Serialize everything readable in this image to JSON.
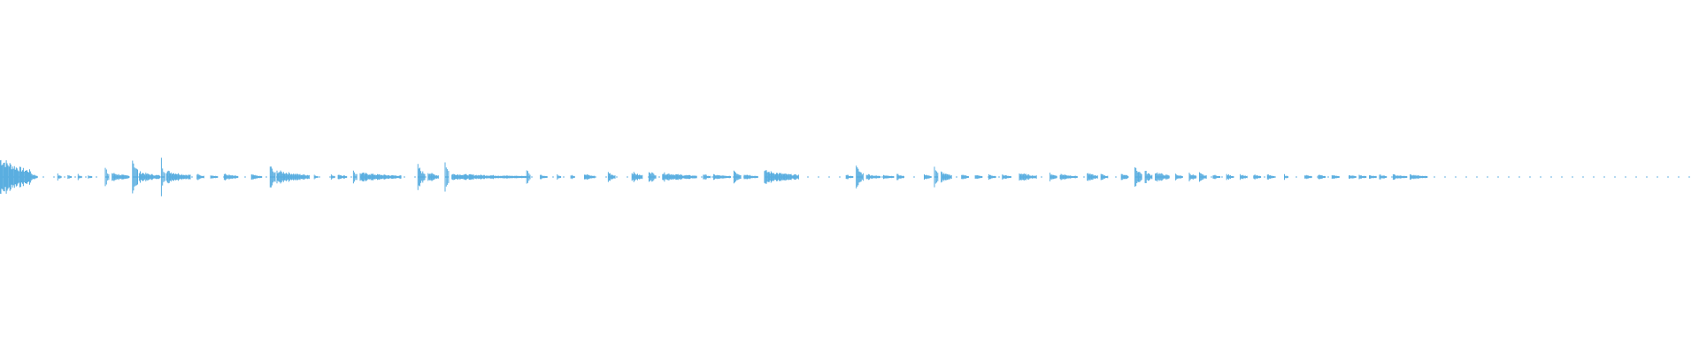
{
  "colors": {
    "background": "#ffffff",
    "waveform": "#5aaee0"
  },
  "waveform": {
    "description_role": "audio-waveform",
    "segments": [
      [
        0.0,
        0.018,
        0.9
      ],
      [
        0.018,
        0.022,
        0.2
      ],
      [
        0.034,
        0.036,
        0.15
      ],
      [
        0.04,
        0.042,
        0.12
      ],
      [
        0.046,
        0.048,
        0.15
      ],
      [
        0.052,
        0.054,
        0.12
      ],
      [
        0.062,
        0.064,
        0.45
      ],
      [
        0.066,
        0.076,
        0.2
      ],
      [
        0.078,
        0.081,
        1.0
      ],
      [
        0.082,
        0.094,
        0.25
      ],
      [
        0.095,
        0.097,
        0.85
      ],
      [
        0.098,
        0.112,
        0.3
      ],
      [
        0.116,
        0.12,
        0.15
      ],
      [
        0.124,
        0.128,
        0.12
      ],
      [
        0.132,
        0.14,
        0.15
      ],
      [
        0.148,
        0.154,
        0.12
      ],
      [
        0.159,
        0.162,
        0.6
      ],
      [
        0.163,
        0.182,
        0.3
      ],
      [
        0.185,
        0.187,
        0.12
      ],
      [
        0.195,
        0.197,
        0.12
      ],
      [
        0.199,
        0.204,
        0.15
      ],
      [
        0.208,
        0.21,
        0.4
      ],
      [
        0.212,
        0.236,
        0.2
      ],
      [
        0.246,
        0.25,
        0.55
      ],
      [
        0.252,
        0.258,
        0.25
      ],
      [
        0.262,
        0.264,
        0.9
      ],
      [
        0.266,
        0.31,
        0.15
      ],
      [
        0.31,
        0.312,
        0.5
      ],
      [
        0.318,
        0.322,
        0.12
      ],
      [
        0.328,
        0.33,
        0.12
      ],
      [
        0.336,
        0.338,
        0.12
      ],
      [
        0.344,
        0.35,
        0.15
      ],
      [
        0.358,
        0.362,
        0.25
      ],
      [
        0.372,
        0.378,
        0.25
      ],
      [
        0.382,
        0.386,
        0.35
      ],
      [
        0.39,
        0.41,
        0.2
      ],
      [
        0.414,
        0.418,
        0.15
      ],
      [
        0.42,
        0.43,
        0.12
      ],
      [
        0.432,
        0.436,
        0.35
      ],
      [
        0.438,
        0.446,
        0.15
      ],
      [
        0.45,
        0.47,
        0.3
      ],
      [
        0.498,
        0.502,
        0.12
      ],
      [
        0.504,
        0.508,
        0.5
      ],
      [
        0.51,
        0.518,
        0.15
      ],
      [
        0.52,
        0.526,
        0.12
      ],
      [
        0.528,
        0.532,
        0.15
      ],
      [
        0.544,
        0.548,
        0.15
      ],
      [
        0.55,
        0.552,
        0.55
      ],
      [
        0.554,
        0.56,
        0.25
      ],
      [
        0.566,
        0.57,
        0.15
      ],
      [
        0.574,
        0.578,
        0.12
      ],
      [
        0.582,
        0.586,
        0.12
      ],
      [
        0.59,
        0.595,
        0.12
      ],
      [
        0.6,
        0.61,
        0.2
      ],
      [
        0.618,
        0.622,
        0.2
      ],
      [
        0.624,
        0.634,
        0.15
      ],
      [
        0.64,
        0.646,
        0.2
      ],
      [
        0.648,
        0.652,
        0.15
      ],
      [
        0.66,
        0.664,
        0.2
      ],
      [
        0.668,
        0.672,
        0.55
      ],
      [
        0.674,
        0.678,
        0.3
      ],
      [
        0.68,
        0.688,
        0.25
      ],
      [
        0.692,
        0.696,
        0.15
      ],
      [
        0.7,
        0.704,
        0.2
      ],
      [
        0.706,
        0.71,
        0.2
      ],
      [
        0.714,
        0.718,
        0.12
      ],
      [
        0.722,
        0.726,
        0.15
      ],
      [
        0.73,
        0.734,
        0.15
      ],
      [
        0.738,
        0.742,
        0.12
      ],
      [
        0.746,
        0.75,
        0.12
      ],
      [
        0.756,
        0.758,
        0.12
      ],
      [
        0.768,
        0.772,
        0.12
      ],
      [
        0.776,
        0.78,
        0.12
      ],
      [
        0.784,
        0.788,
        0.12
      ],
      [
        0.794,
        0.798,
        0.12
      ],
      [
        0.8,
        0.804,
        0.12
      ],
      [
        0.806,
        0.81,
        0.12
      ],
      [
        0.812,
        0.816,
        0.12
      ],
      [
        0.82,
        0.828,
        0.12
      ],
      [
        0.83,
        0.84,
        0.12
      ]
    ]
  }
}
